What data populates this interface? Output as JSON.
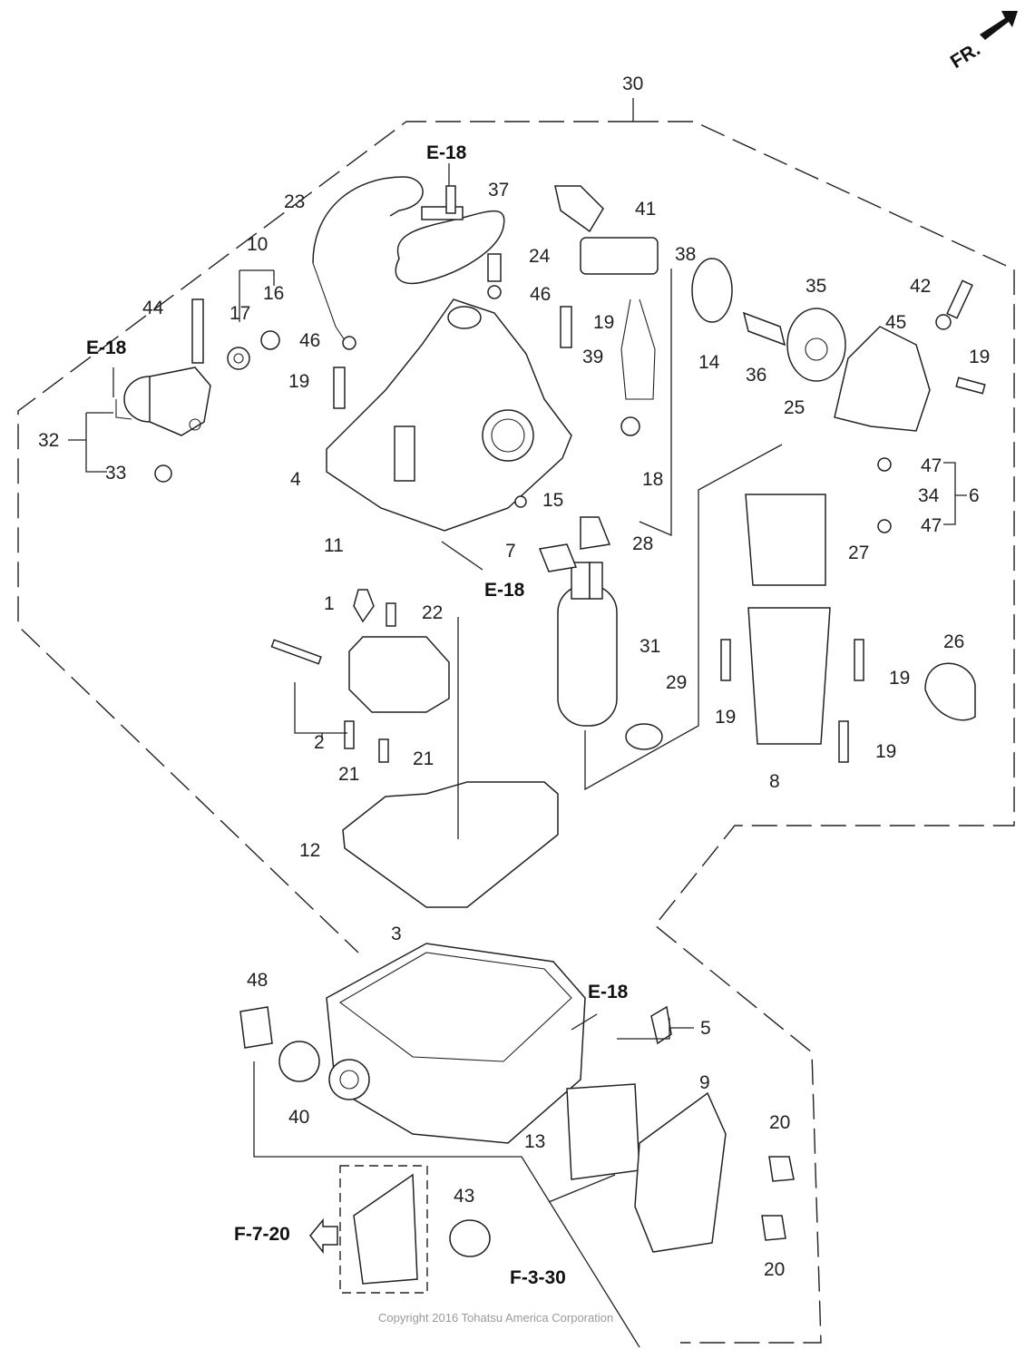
{
  "diagram": {
    "title": "Vapor separator / fuel pump assembly exploded view",
    "direction_marker": "FR.",
    "copyright": "Copyright 2016 Tohatsu America Corporation",
    "references": [
      {
        "id": "ref-e18-top",
        "text": "E-18"
      },
      {
        "id": "ref-e18-left",
        "text": "E-18"
      },
      {
        "id": "ref-e18-mid",
        "text": "E-18"
      },
      {
        "id": "ref-e18-lower",
        "text": "E-18"
      },
      {
        "id": "ref-f720",
        "text": "F-7-20"
      },
      {
        "id": "ref-f330",
        "text": "F-3-30"
      }
    ],
    "callouts": [
      {
        "n": "30"
      },
      {
        "n": "37"
      },
      {
        "n": "41"
      },
      {
        "n": "23"
      },
      {
        "n": "24"
      },
      {
        "n": "38"
      },
      {
        "n": "10"
      },
      {
        "n": "16"
      },
      {
        "n": "17"
      },
      {
        "n": "44"
      },
      {
        "n": "46"
      },
      {
        "n": "46"
      },
      {
        "n": "19"
      },
      {
        "n": "42"
      },
      {
        "n": "35"
      },
      {
        "n": "45"
      },
      {
        "n": "39"
      },
      {
        "n": "14"
      },
      {
        "n": "36"
      },
      {
        "n": "19"
      },
      {
        "n": "25"
      },
      {
        "n": "19"
      },
      {
        "n": "32"
      },
      {
        "n": "33"
      },
      {
        "n": "4"
      },
      {
        "n": "18"
      },
      {
        "n": "15"
      },
      {
        "n": "47"
      },
      {
        "n": "34"
      },
      {
        "n": "6"
      },
      {
        "n": "47"
      },
      {
        "n": "11"
      },
      {
        "n": "7"
      },
      {
        "n": "28"
      },
      {
        "n": "27"
      },
      {
        "n": "1"
      },
      {
        "n": "22"
      },
      {
        "n": "31"
      },
      {
        "n": "26"
      },
      {
        "n": "29"
      },
      {
        "n": "19"
      },
      {
        "n": "19"
      },
      {
        "n": "2"
      },
      {
        "n": "21"
      },
      {
        "n": "21"
      },
      {
        "n": "19"
      },
      {
        "n": "8"
      },
      {
        "n": "12"
      },
      {
        "n": "3"
      },
      {
        "n": "48"
      },
      {
        "n": "5"
      },
      {
        "n": "40"
      },
      {
        "n": "9"
      },
      {
        "n": "13"
      },
      {
        "n": "20"
      },
      {
        "n": "43"
      },
      {
        "n": "20"
      }
    ]
  }
}
